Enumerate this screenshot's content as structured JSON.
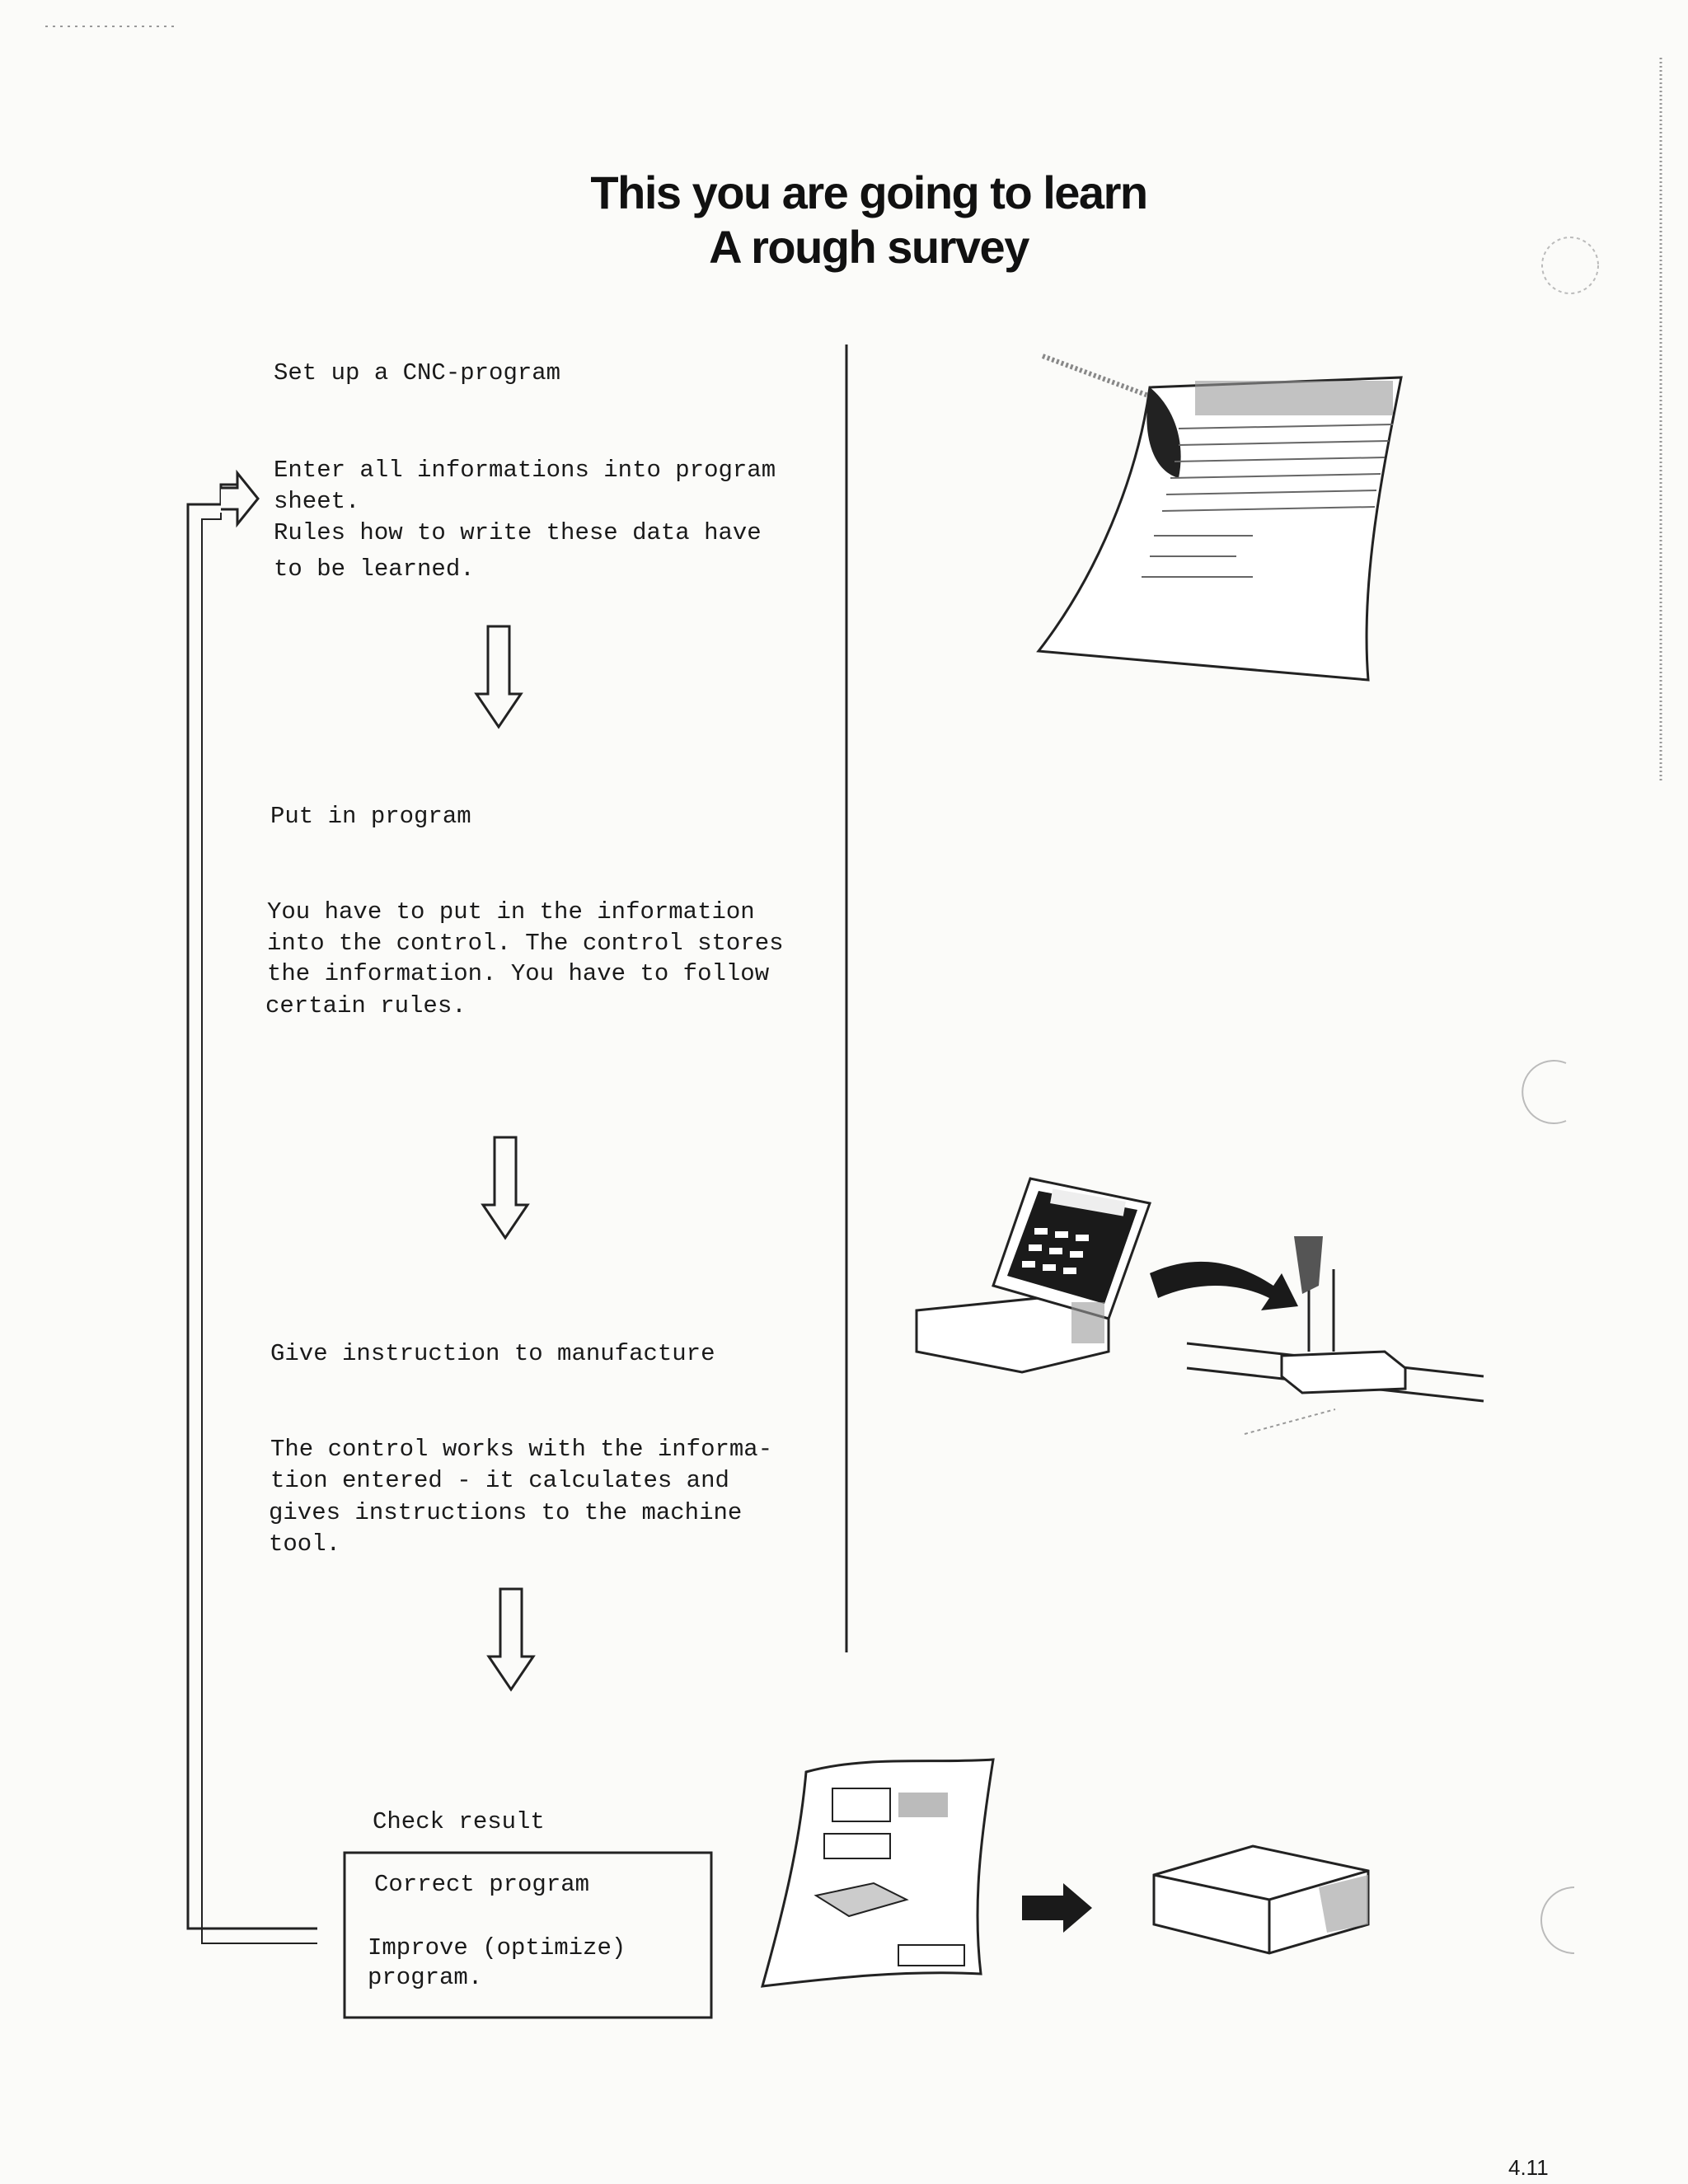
{
  "title": {
    "line1": "This you are going to learn",
    "line2": "A rough survey"
  },
  "steps": [
    {
      "heading": "Set up a CNC-program",
      "body": [
        "Enter all informations into program",
        "sheet.",
        "Rules how to write these data have",
        "to be learned."
      ]
    },
    {
      "heading": "Put in program",
      "body": [
        "You have to put in the information",
        "into the control. The control stores",
        "the information. You have to follow",
        "certain rules."
      ]
    },
    {
      "heading": "Give instruction to manufacture",
      "body": [
        "The control works with the informa-",
        "tion entered - it calculates and",
        "gives instructions to the machine",
        "tool."
      ]
    },
    {
      "heading": "Check result",
      "body": [
        "Correct program",
        "",
        "Improve (optimize)",
        "program."
      ]
    }
  ],
  "page_number": "4.11"
}
